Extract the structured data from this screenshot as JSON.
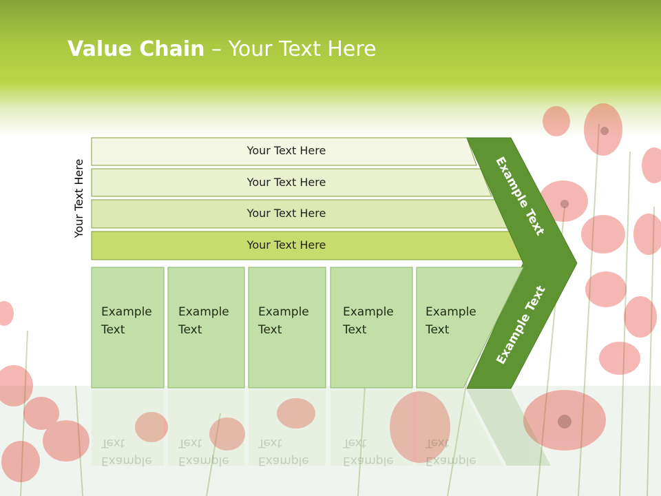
{
  "title": {
    "bold": "Value Chain",
    "rest": " – Your Text Here"
  },
  "side_label": "Your Text Here",
  "rows": [
    {
      "label": "Your Text Here",
      "fill": "#f3f7e4"
    },
    {
      "label": "Your Text Here",
      "fill": "#e9f1cf"
    },
    {
      "label": "Your Text Here",
      "fill": "#dde9b3"
    },
    {
      "label": "Your Text Here",
      "fill": "#c8dc6e"
    }
  ],
  "columns": [
    {
      "line1": "Example",
      "line2": "Text"
    },
    {
      "line1": "Example",
      "line2": "Text"
    },
    {
      "line1": "Example",
      "line2": "Text"
    },
    {
      "line1": "Example",
      "line2": "Text"
    },
    {
      "line1": "Example",
      "line2": "Text"
    }
  ],
  "arrow_labels": {
    "upper": "Example Text",
    "lower": "Example Text"
  },
  "colors": {
    "header_green": "#a8c640",
    "arrow_green": "#5e9532",
    "column_fill": "#c3dfa8",
    "column_border": "#8ab565",
    "poppy_red": "#e23a33"
  }
}
